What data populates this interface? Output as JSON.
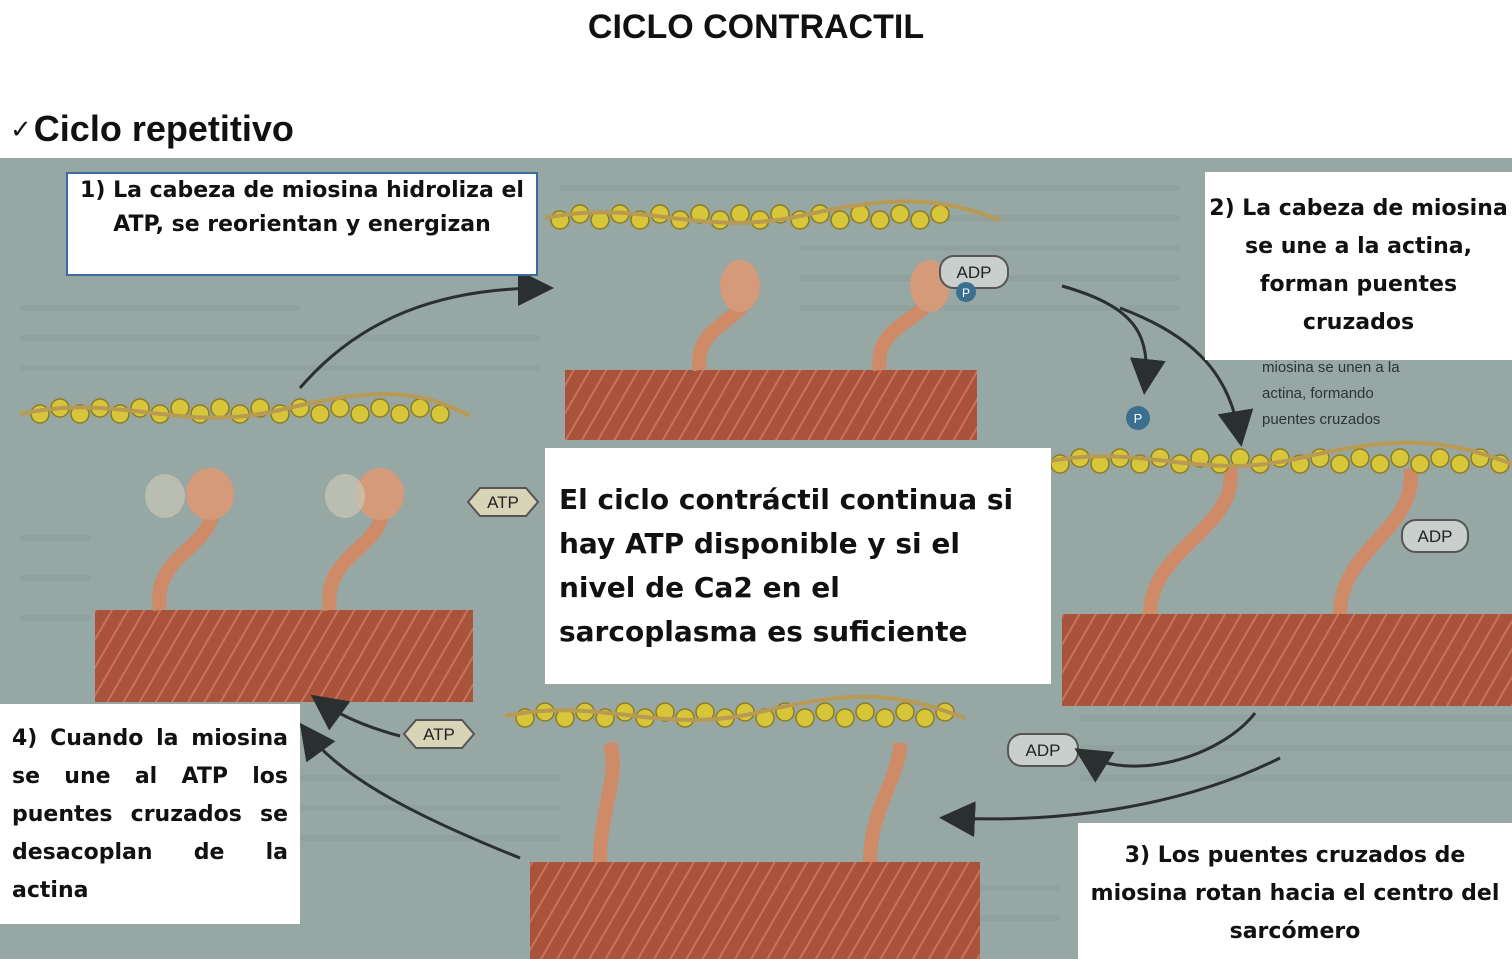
{
  "title": "CICLO CONTRACTIL",
  "subtitle": "Ciclo repetitivo",
  "steps": {
    "step1": "1)  La cabeza de miosina hidroliza el ATP, se reorientan y energizan",
    "step2": "2)  La cabeza de miosina se une a la actina, forman puentes cruzados",
    "step3": "3)  Los puentes cruzados de miosina rotan hacia el centro del sarcómero",
    "step4": "4) Cuando la miosina se une al ATP los puentes cruzados se desacoplan de la actina"
  },
  "center_note": "El ciclo contráctil continua si hay ATP disponible y si el nivel de Ca2 en el sarcoplasma es suficiente",
  "figure_labels": {
    "adp": "ADP",
    "atp": "ATP",
    "p": "P",
    "printed_caption": [
      "miosina se unen a la",
      "actina, formando",
      "puentes cruzados"
    ]
  },
  "colors": {
    "background_photo": "#97a7a3",
    "actin_bead": "#d8c63a",
    "myosin_head": "#d49a7a",
    "thick_filament": "#a8533a",
    "box_border": "#3a6aa0"
  }
}
